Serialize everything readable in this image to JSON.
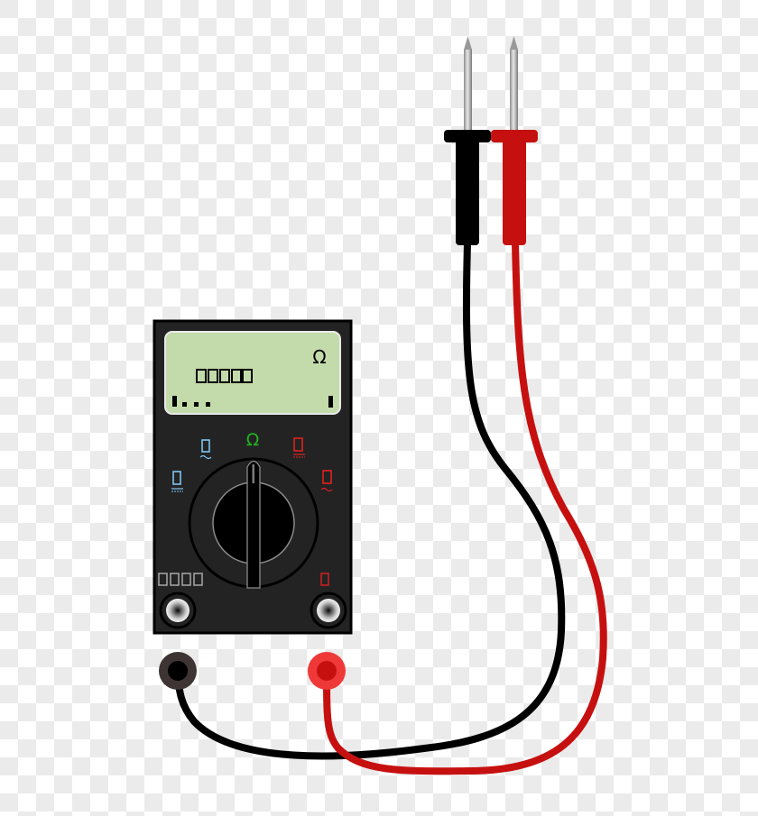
{
  "illustration": {
    "subject": "Digital multimeter with test leads",
    "background": "transparency-checkerboard"
  },
  "display": {
    "unit_symbol": "Ω",
    "digits": "▯▯▯▯▯",
    "bar_indicator": "▌...",
    "right_indicator": "▌",
    "lcd_color": "#c3dbaa"
  },
  "dial": {
    "selected_mode": "resistance",
    "modes": [
      {
        "name": "ac-voltage",
        "glyph": "▯",
        "sub": "~",
        "color": "#7fc4f2"
      },
      {
        "name": "dc-voltage",
        "glyph": "▯",
        "sub": "⎓",
        "color": "#7fc4f2"
      },
      {
        "name": "resistance",
        "glyph": "Ω",
        "sub": "",
        "color": "#22b322"
      },
      {
        "name": "dc-current",
        "glyph": "▯",
        "sub": "⎓",
        "color": "#e02020"
      },
      {
        "name": "ac-current",
        "glyph": "▯",
        "sub": "~",
        "color": "#e02020"
      }
    ]
  },
  "jacks": {
    "com_label": "▯▯▯▯",
    "input_label": "▯",
    "com_label_color": "#a8a8a8",
    "input_label_color": "#d32020"
  },
  "probes": {
    "black": {
      "color": "#000000",
      "plug_color": "#3e3434"
    },
    "red": {
      "color": "#c61010",
      "plug_color": "#ef3939"
    }
  },
  "colors": {
    "body": "#232323",
    "body_border": "#000000"
  }
}
